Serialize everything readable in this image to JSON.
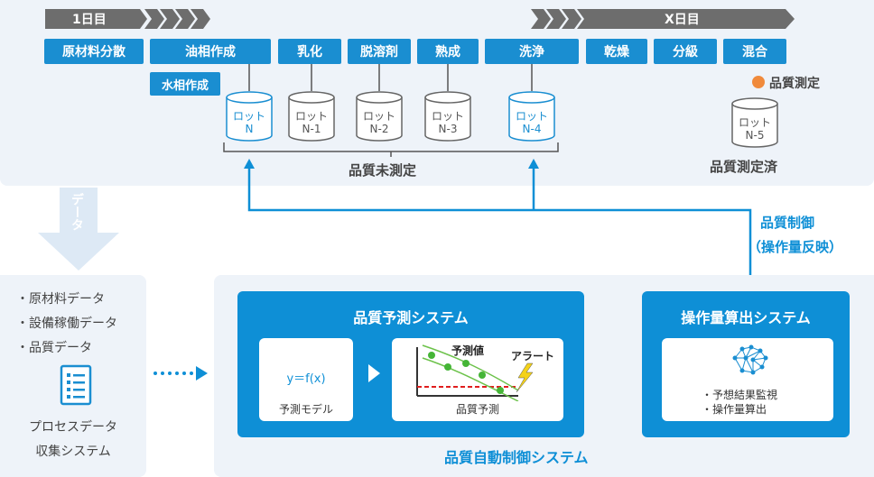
{
  "timeline": {
    "start_label": "1日目",
    "end_label": "X日目"
  },
  "steps": [
    "原材料分散",
    "油相作成",
    "乳化",
    "脱溶剤",
    "熟成",
    "洗浄",
    "乾燥",
    "分級",
    "混合"
  ],
  "water_phase": "水相作成",
  "lots": [
    {
      "line1": "ロット",
      "line2": "N"
    },
    {
      "line1": "ロット",
      "line2": "N-1"
    },
    {
      "line1": "ロット",
      "line2": "N-2"
    },
    {
      "line1": "ロット",
      "line2": "N-3"
    },
    {
      "line1": "ロット",
      "line2": "N-4"
    }
  ],
  "measured_lot": {
    "line1": "ロット",
    "line2": "N-5"
  },
  "legend": {
    "quality_measure": "品質測定",
    "dot_color": "#f08a3c"
  },
  "unmeasured_label": "品質未測定",
  "measured_label": "品質測定済",
  "data_arrow_label": "データ",
  "quality_control": {
    "line1": "品質制御",
    "line2": "（操作量反映）"
  },
  "collection": {
    "items": [
      "・原材料データ",
      "・設備稼働データ",
      "・品質データ"
    ],
    "line1": "プロセスデータ",
    "line2": "収集システム"
  },
  "prediction_system": {
    "title": "品質予測システム",
    "formula": "y＝f(x)",
    "model_label": "予測モデル",
    "prediction_value_label": "予測値",
    "alert_label": "アラート",
    "chart_caption": "品質予測"
  },
  "operation_system": {
    "title": "操作量算出システム",
    "items": [
      "・予想結果監視",
      "・操作量算出"
    ]
  },
  "auto_control_label": "品質自動制御システム",
  "colors": {
    "accent": "#0e8fd6",
    "panel": "#eef3f9",
    "dark_gray": "#6d6d6d",
    "orange": "#f08a3c"
  }
}
